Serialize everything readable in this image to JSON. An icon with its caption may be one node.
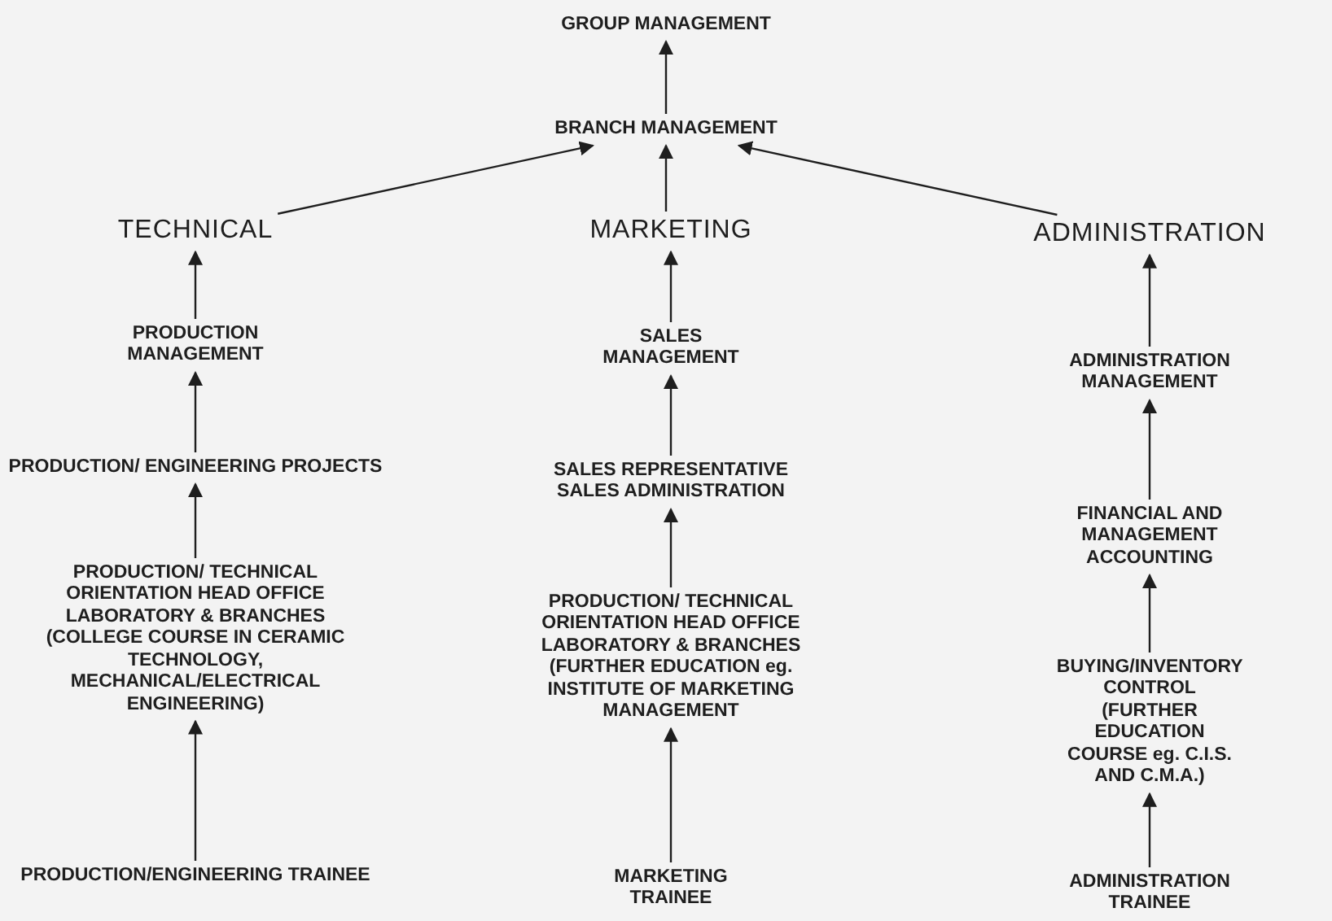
{
  "diagram": {
    "nodes": [
      {
        "text": [
          "GROUP MANAGEMENT"
        ]
      },
      {
        "text": [
          "BRANCH MANAGEMENT"
        ]
      },
      {
        "text": [
          "TECHNICAL"
        ]
      },
      {
        "text": [
          "MARKETING"
        ]
      },
      {
        "text": [
          "ADMINISTRATION"
        ]
      },
      {
        "text": [
          "PRODUCTION MANAGEMENT"
        ]
      },
      {
        "text": [
          "PRODUCTION/ ENGINEERING PROJECTS"
        ]
      },
      {
        "text": [
          "PRODUCTION/ TECHNICAL ORIENTATION HEAD OFFICE LABORATORY & BRANCHES (COLLEGE COURSE IN CERAMIC TECHNOLOGY, MECHANICAL/ELECTRICAL ENGINEERING)"
        ]
      },
      {
        "text": [
          "PRODUCTION/ENGINEERING TRAINEE"
        ]
      },
      {
        "text": [
          "SALES MANAGEMENT"
        ]
      },
      {
        "text": [
          "SALES REPRESENTATIVE SALES ADMINISTRATION"
        ]
      },
      {
        "text": [
          "PRODUCTION/ TECHNICAL ORIENTATION HEAD OFFICE LABORATORY & BRANCHES (FURTHER EDUCATION eg. INSTITUTE OF MARKETING MANAGEMENT"
        ]
      },
      {
        "text": [
          "MARKETING TRAINEE"
        ]
      },
      {
        "text": [
          "ADMINISTRATION MANAGEMENT"
        ]
      },
      {
        "text": [
          "FINANCIAL AND MANAGEMENT ACCOUNTING"
        ]
      },
      {
        "text": [
          "BUYING/INVENTORY CONTROL (FURTHER EDUCATION COURSE eg. C.I.S. AND C.M.A.)"
        ]
      },
      {
        "text": [
          "ADMINISTRATION TRAINEE"
        ]
      }
    ],
    "edges": [
      {
        "from": 1,
        "to": 0,
        "arrow": "to"
      },
      {
        "from": 2,
        "to": 1,
        "arrow": "to"
      },
      {
        "from": 3,
        "to": 1,
        "arrow": "to"
      },
      {
        "from": 4,
        "to": 1,
        "arrow": "to"
      },
      {
        "from": 5,
        "to": 2,
        "arrow": "to"
      },
      {
        "from": 6,
        "to": 5,
        "arrow": "to"
      },
      {
        "from": 7,
        "to": 6,
        "arrow": "to"
      },
      {
        "from": 8,
        "to": 7,
        "arrow": "to"
      },
      {
        "from": 9,
        "to": 3,
        "arrow": "to"
      },
      {
        "from": 10,
        "to": 9,
        "arrow": "to"
      },
      {
        "from": 11,
        "to": 10,
        "arrow": "to"
      },
      {
        "from": 12,
        "to": 11,
        "arrow": "to"
      },
      {
        "from": 13,
        "to": 4,
        "arrow": "to"
      },
      {
        "from": 14,
        "to": 13,
        "arrow": "to"
      },
      {
        "from": 15,
        "to": 14,
        "arrow": "to"
      },
      {
        "from": 16,
        "to": 15,
        "arrow": "to"
      }
    ]
  }
}
